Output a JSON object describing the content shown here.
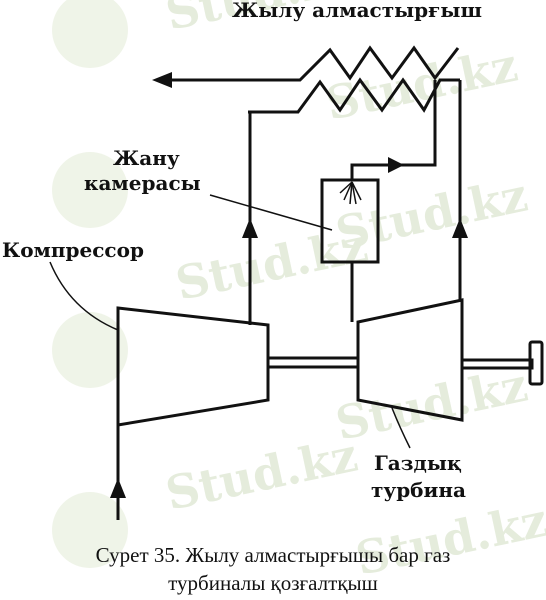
{
  "watermark": {
    "text": "Stud.kz",
    "separator": "-",
    "color": "#dfe8d2",
    "logo_icon": "hummingbird-logo"
  },
  "labels": {
    "heat_exchanger": "Жылу алмастырғыш",
    "combustion_line1": "Жану",
    "combustion_line2": "камерасы",
    "compressor": "Компрессор",
    "turbine_line1": "Газдық",
    "turbine_line2": "турбина"
  },
  "caption": {
    "line1": "Сурет 35. Жылу алмастырғышы бар газ",
    "line2": "турбиналы қозғалтқыш"
  }
}
